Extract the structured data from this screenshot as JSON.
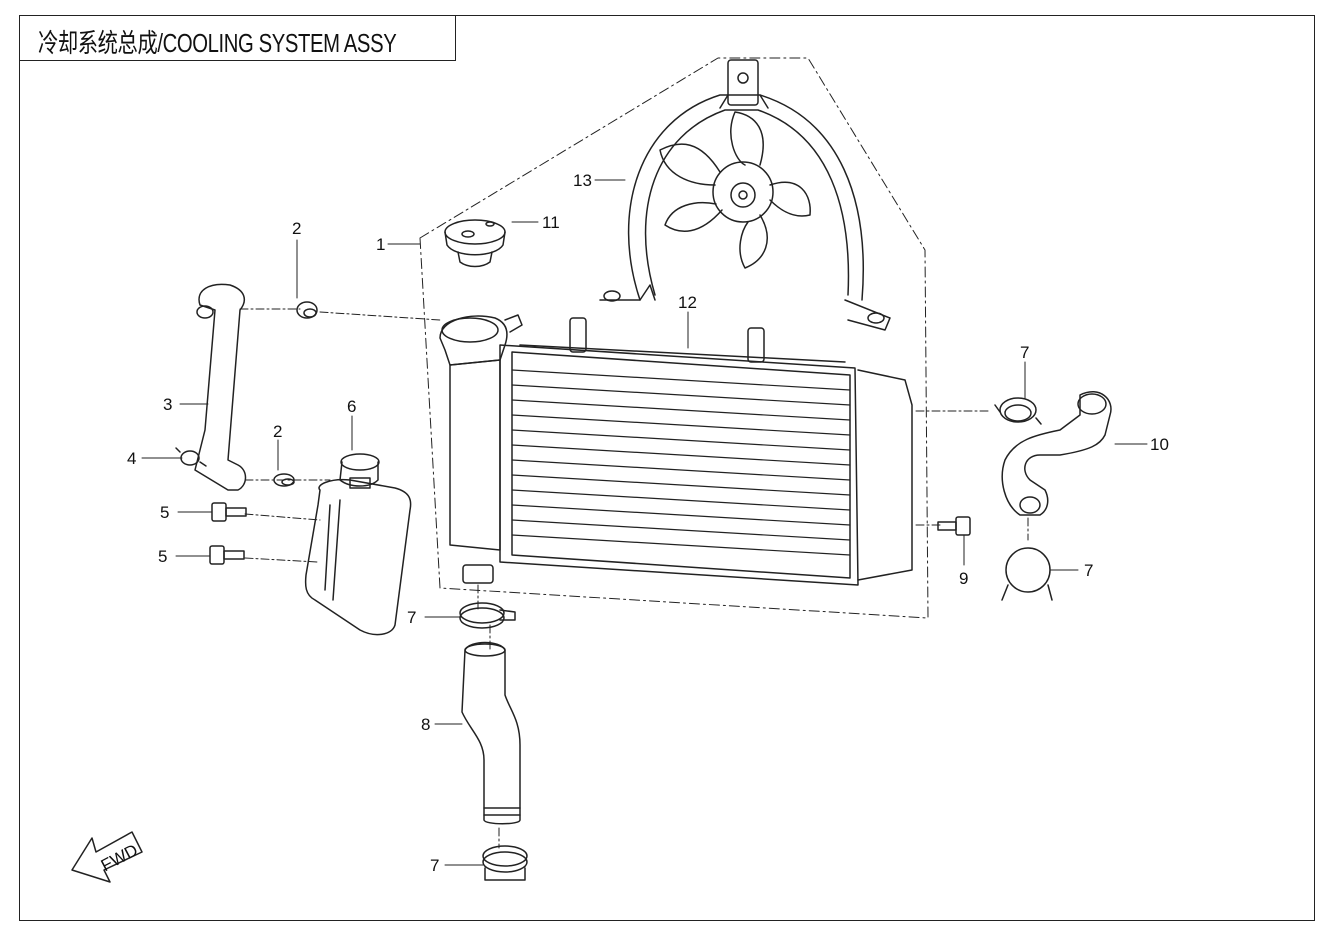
{
  "title": "冷却系统总成/COOLING SYSTEM ASSY",
  "fwd_label": "FWD",
  "callouts": {
    "c1": "1",
    "c2a": "2",
    "c2b": "2",
    "c3": "3",
    "c4": "4",
    "c5a": "5",
    "c5b": "5",
    "c6": "6",
    "c7a": "7",
    "c7b": "7",
    "c7c": "7",
    "c7d": "7",
    "c8": "8",
    "c9": "9",
    "c10": "10",
    "c11": "11",
    "c12": "12",
    "c13": "13"
  },
  "colors": {
    "line": "#222222",
    "background": "#ffffff"
  }
}
